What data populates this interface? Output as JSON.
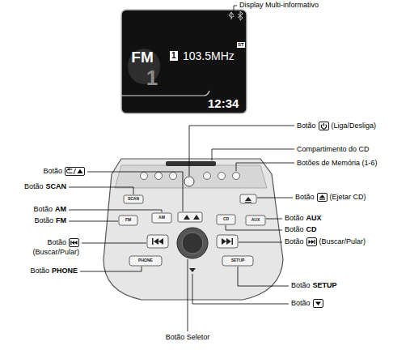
{
  "diagram": {
    "labels": [
      "Display Multi-informativo",
      "Botão",
      "(Liga/Desliga)",
      "Compartimento do CD",
      "Botões de Memória (1-6)",
      "Botão",
      "Botão",
      "SCAN",
      "Botão",
      "(Ejetar CD)",
      "Botão",
      "AM",
      "Botão",
      "FM",
      "Botão",
      "AUX",
      "Botão",
      "CD",
      "Botão",
      "(Buscar/Pular)",
      "Botão",
      "(Buscar/Pular)",
      "Botão",
      "PHONE",
      "Botão",
      "SETUP",
      "Botão",
      "Botão Seletor",
      "FM",
      "1",
      "1",
      "103.5MHz",
      "ST",
      "12:34",
      "SCAN",
      "FM",
      "AM",
      "CD",
      "AUX",
      "PHONE",
      "SETUP"
    ]
  }
}
